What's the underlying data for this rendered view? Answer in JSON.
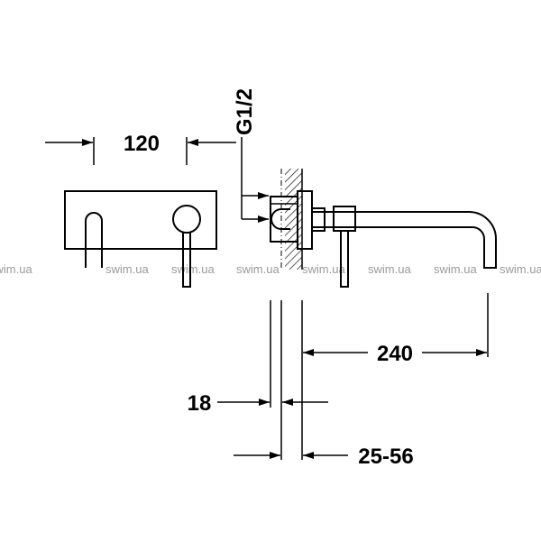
{
  "dimensions": {
    "width_front": "120",
    "thread": "G1/2",
    "spout_length": "240",
    "plate_thickness": "18",
    "wall_range": "25-56"
  },
  "watermark": "swim.ua",
  "colors": {
    "line": "#000000",
    "watermark": "#9a9a9a"
  }
}
